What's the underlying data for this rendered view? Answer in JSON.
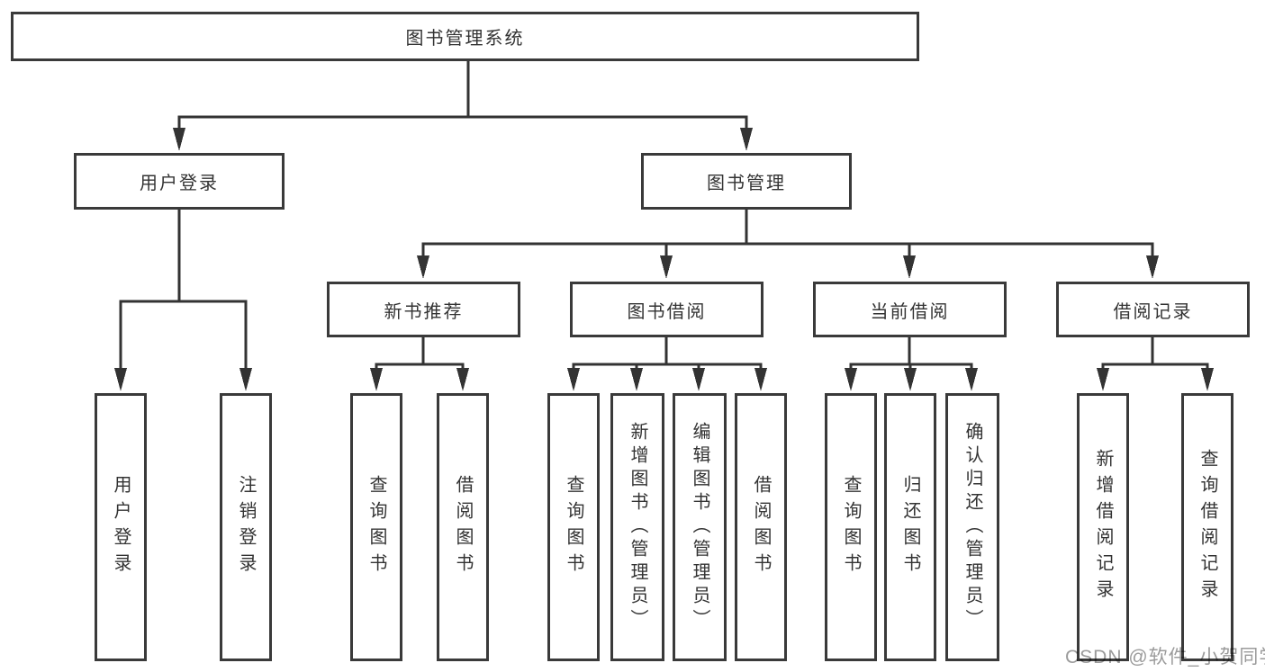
{
  "diagram": {
    "root": {
      "label": "图书管理系统"
    },
    "branches": [
      {
        "label": "用户登录",
        "children": [
          {
            "label": "用户登录"
          },
          {
            "label": "注销登录"
          }
        ]
      },
      {
        "label": "图书管理",
        "children": [
          {
            "label": "新书推荐",
            "children": [
              {
                "label": "查询图书"
              },
              {
                "label": "借阅图书"
              }
            ]
          },
          {
            "label": "图书借阅",
            "children": [
              {
                "label": "查询图书"
              },
              {
                "label": "新增图书（管理员）"
              },
              {
                "label": "编辑图书（管理员）"
              },
              {
                "label": "借阅图书"
              }
            ]
          },
          {
            "label": "当前借阅",
            "children": [
              {
                "label": "查询图书"
              },
              {
                "label": "归还图书"
              },
              {
                "label": "确认归还（管理员）"
              }
            ]
          },
          {
            "label": "借阅记录",
            "children": [
              {
                "label": "新增借阅记录"
              },
              {
                "label": "查询借阅记录"
              }
            ]
          }
        ]
      }
    ]
  },
  "watermark": {
    "text": "CSDN @软件_小贺同学"
  },
  "colors": {
    "line": "#333333",
    "box_border": "#3a3a3a",
    "text": "#333333",
    "watermark": "#9b9b9b",
    "background": "#ffffff"
  }
}
